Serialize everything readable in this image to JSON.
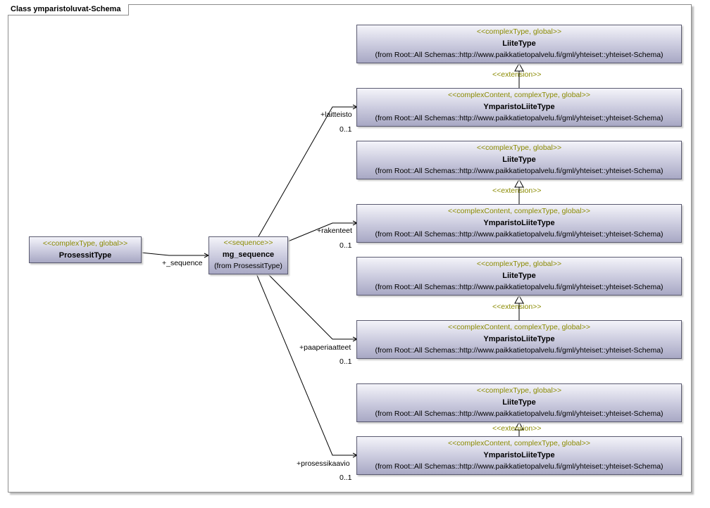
{
  "frame_title": "Class ymparistoluvat-Schema",
  "prosessit": {
    "stereotype": "<<complexType, global>>",
    "name": "ProsessitType"
  },
  "sequence": {
    "stereotype": "<<sequence>>",
    "name": "mg_sequence",
    "from": "(from ProsessitType)"
  },
  "seq_role": "+_sequence",
  "liite": {
    "stereotype": "<<complexType, global>>",
    "name": "LiiteType",
    "from": "(from Root::All Schemas::http://www.paikkatietopalvelu.fi/gml/yhteiset::yhteiset-Schema)"
  },
  "ymparisto": {
    "stereotype": "<<complexContent, complexType, global>>",
    "name": "YmparistoLiiteType",
    "from": "(from Root::All Schemas::http://www.paikkatietopalvelu.fi/gml/yhteiset::yhteiset-Schema)"
  },
  "extension_label": "<<extension>>",
  "groups": [
    {
      "role": "+laitteisto",
      "mult": "0..1"
    },
    {
      "role": "+rakenteet",
      "mult": "0..1"
    },
    {
      "role": "+paaperiaatteet",
      "mult": "0..1"
    },
    {
      "role": "+prosessikaavio",
      "mult": "0..1"
    }
  ]
}
